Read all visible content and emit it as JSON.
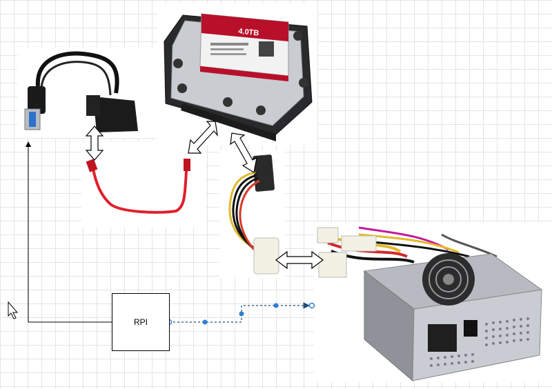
{
  "diagram": {
    "rpi_label": "RPI",
    "hdd_label": "4.0TB",
    "colors": {
      "grid": "#e4e4e4",
      "sata_red": "#e01e2b",
      "hdd_red": "#b8102a",
      "connector_selected": "#2f7fd6",
      "psu_body": "#c9ccd2"
    },
    "components": [
      "usb-to-sata-adapter",
      "hard-drive",
      "sata-cable",
      "molex-to-sata-power-cable",
      "power-supply",
      "rpi-box"
    ]
  }
}
